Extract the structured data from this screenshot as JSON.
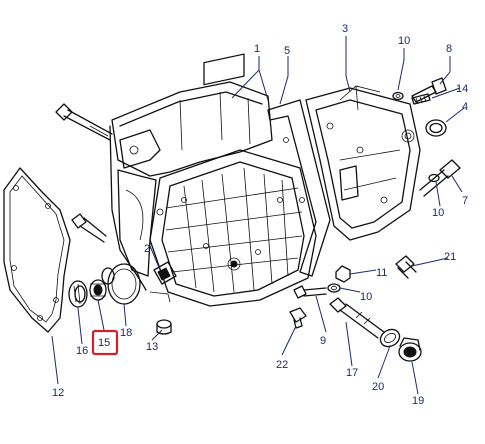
{
  "callouts": {
    "n1": "1",
    "n2": "2",
    "n3": "3",
    "n4": "4",
    "n5": "5",
    "n7": "7",
    "n8": "8",
    "n9": "9",
    "n10a": "10",
    "n10b": "10",
    "n10c": "10",
    "n11": "11",
    "n12": "12",
    "n13": "13",
    "n14": "14",
    "n15": "15",
    "n16": "16",
    "n17": "17",
    "n18": "18",
    "n19": "19",
    "n20": "20",
    "n21": "21",
    "n22": "22"
  },
  "highlight_color": "#d0202a",
  "line_color": "#1a2a6e"
}
